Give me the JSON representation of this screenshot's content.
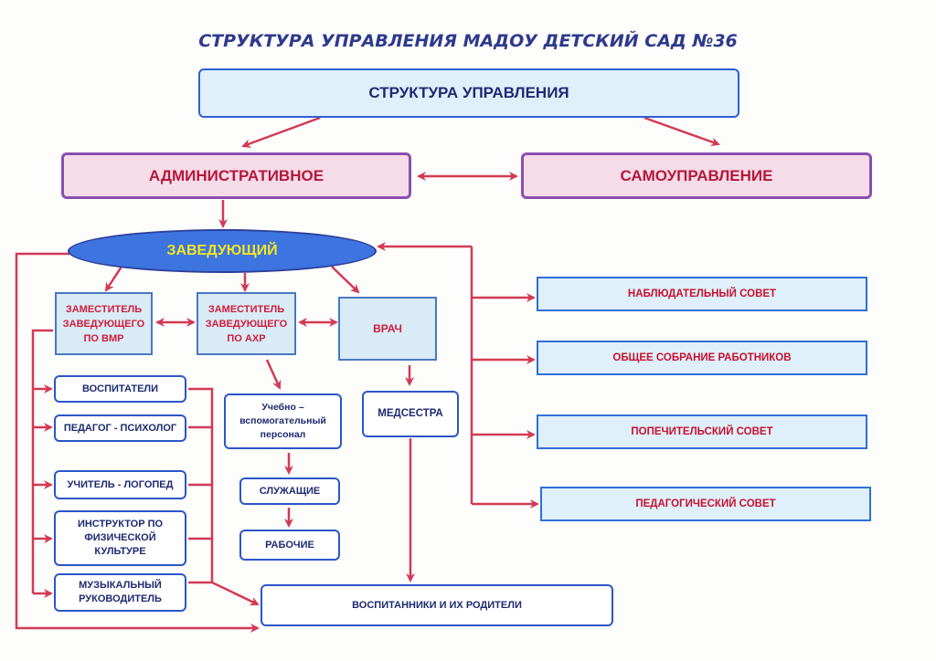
{
  "title": "СТРУКТУРА УПРАВЛЕНИЯ МАДОУ ДЕТСКИЙ САД №36",
  "nodes": {
    "root": "СТРУКТУРА УПРАВЛЕНИЯ",
    "admin": "АДМИНИСТРАТИВНОЕ",
    "self": "САМОУПРАВЛЕНИЕ",
    "head": "ЗАВЕДУЮЩИЙ",
    "deputy_vmr": "ЗАМЕСТИТЕЛЬ ЗАВЕДУЮЩЕГО ПО ВМР",
    "deputy_ahr": "ЗАМЕСТИТЕЛЬ ЗАВЕДУЮЩЕГО ПО АХР",
    "doctor": "ВРАЧ",
    "nurse": "МЕДСЕСТРА",
    "educators": "ВОСПИТАТЕЛИ",
    "psychologist": "ПЕДАГОГ - ПСИХОЛОГ",
    "speech_therapist": "УЧИТЕЛЬ - ЛОГОПЕД",
    "pe_instructor": "ИНСТРУКТОР ПО ФИЗИЧЕСКОЙ КУЛЬТУРЕ",
    "music_director": "МУЗЫКАЛЬНЫЙ РУКОВОДИТЕЛЬ",
    "support_staff": "Учебно – вспомогательный персонал",
    "employees": "СЛУЖАЩИЕ",
    "workers": "РАБОЧИЕ",
    "pupils_parents": "ВОСПИТАННИКИ И ИХ РОДИТЕЛИ",
    "supervisory_board": "НАБЛЮДАТЕЛЬНЫЙ СОВЕТ",
    "general_meeting": "ОБЩЕЕ СОБРАНИЕ РАБОТНИКОВ",
    "trustee_board": "ПОПЕЧИТЕЛЬСКИЙ СОВЕТ",
    "pedagogical_council": "ПЕДАГОГИЧЕСКИЙ СОВЕТ"
  },
  "colors": {
    "arrow": "#d23a55",
    "title": "#2e3a8c",
    "head_fill": "#3d74e0",
    "head_text": "#f5e61c"
  }
}
